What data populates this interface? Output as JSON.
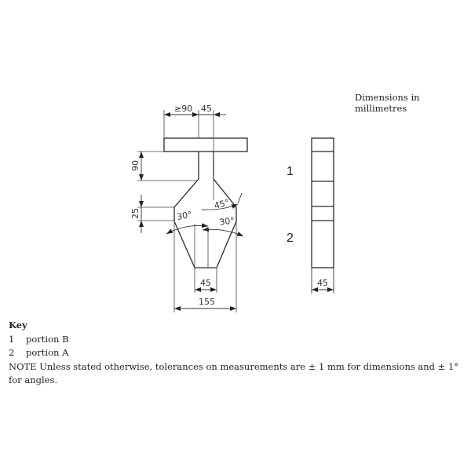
{
  "header": {
    "units_note": "Dimensions in millimetres"
  },
  "drawing": {
    "front_view": {
      "dims": {
        "top_left_width": "≥90",
        "stem_width": "45",
        "stem_height": "90",
        "shoulder_height": "25",
        "angle_upper": "45°",
        "angle_left": "30°",
        "angle_right": "30°",
        "bottom_width": "45",
        "overall_width": "155"
      }
    },
    "side_view": {
      "width_dim": "45",
      "callouts": [
        "1",
        "2"
      ]
    },
    "colors": {
      "line": "#2a2a2a",
      "dim_line": "#333333"
    }
  },
  "key": {
    "title": "Key",
    "items": [
      {
        "num": "1",
        "label": "portion B"
      },
      {
        "num": "2",
        "label": "portion A"
      }
    ],
    "note": "NOTE Unless stated otherwise, tolerances on measurements are ± 1 mm for dimensions and ± 1° for angles."
  }
}
